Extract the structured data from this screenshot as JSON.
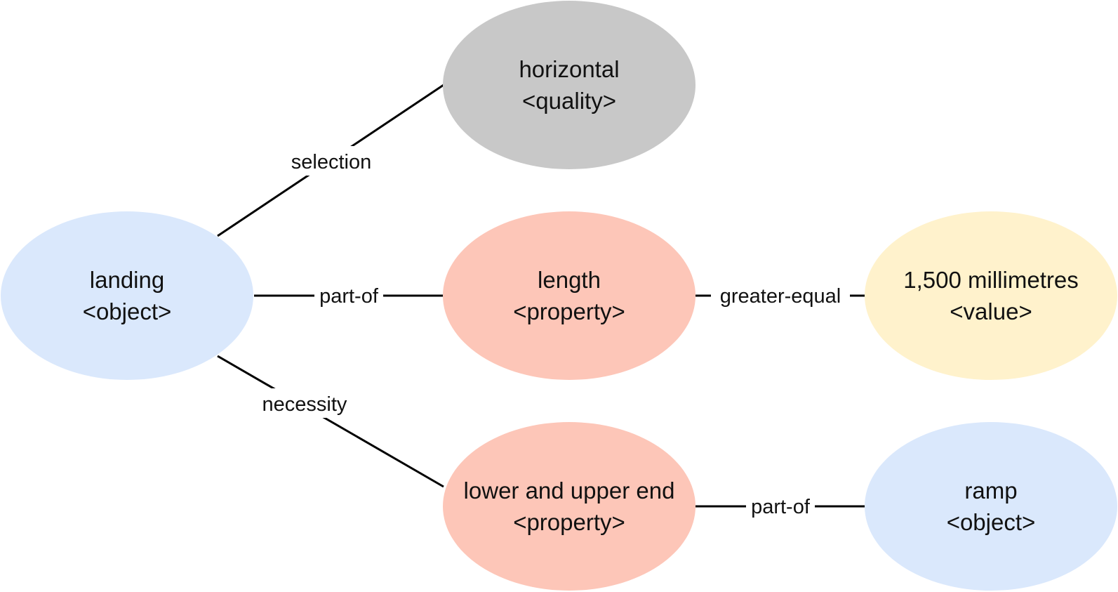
{
  "nodes": {
    "landing": {
      "name": "landing",
      "type": "<object>",
      "fill": "#dae8fc"
    },
    "horizontal": {
      "name": "horizontal",
      "type": "<quality>",
      "fill": "#c8c8c8"
    },
    "length": {
      "name": "length",
      "type": "<property>",
      "fill": "#fdc6b8"
    },
    "value": {
      "name": "1,500 millimetres",
      "type": "<value>",
      "fill": "#fff2cc"
    },
    "ends": {
      "name": "lower and upper end",
      "type": "<property>",
      "fill": "#fdc6b8"
    },
    "ramp": {
      "name": "ramp",
      "type": "<object>",
      "fill": "#dae8fc"
    }
  },
  "edges": {
    "landing_horizontal": {
      "label": "selection"
    },
    "landing_length": {
      "label": "part-of"
    },
    "length_value": {
      "label": "greater-equal"
    },
    "landing_ends": {
      "label": "necessity"
    },
    "ends_ramp": {
      "label": "part-of"
    }
  }
}
